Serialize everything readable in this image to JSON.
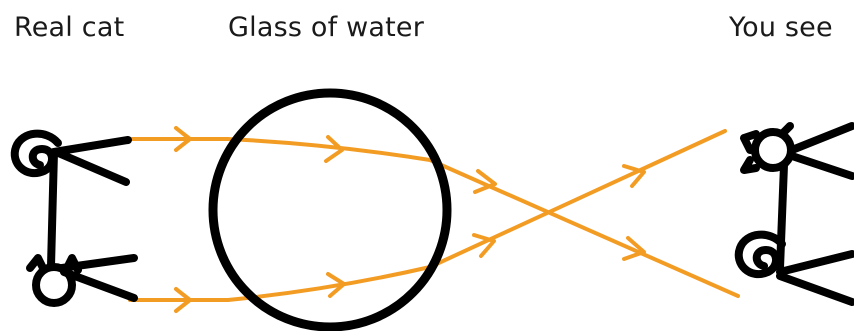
{
  "labels": {
    "real_cat": "Real cat",
    "glass": "Glass of water",
    "you_see": "You see"
  },
  "colors": {
    "ray": "#f39c24",
    "outline": "#000000",
    "text": "#1a1a1a"
  },
  "icons": [
    "cat-figure-icon",
    "cat-figure-inverted-icon"
  ]
}
